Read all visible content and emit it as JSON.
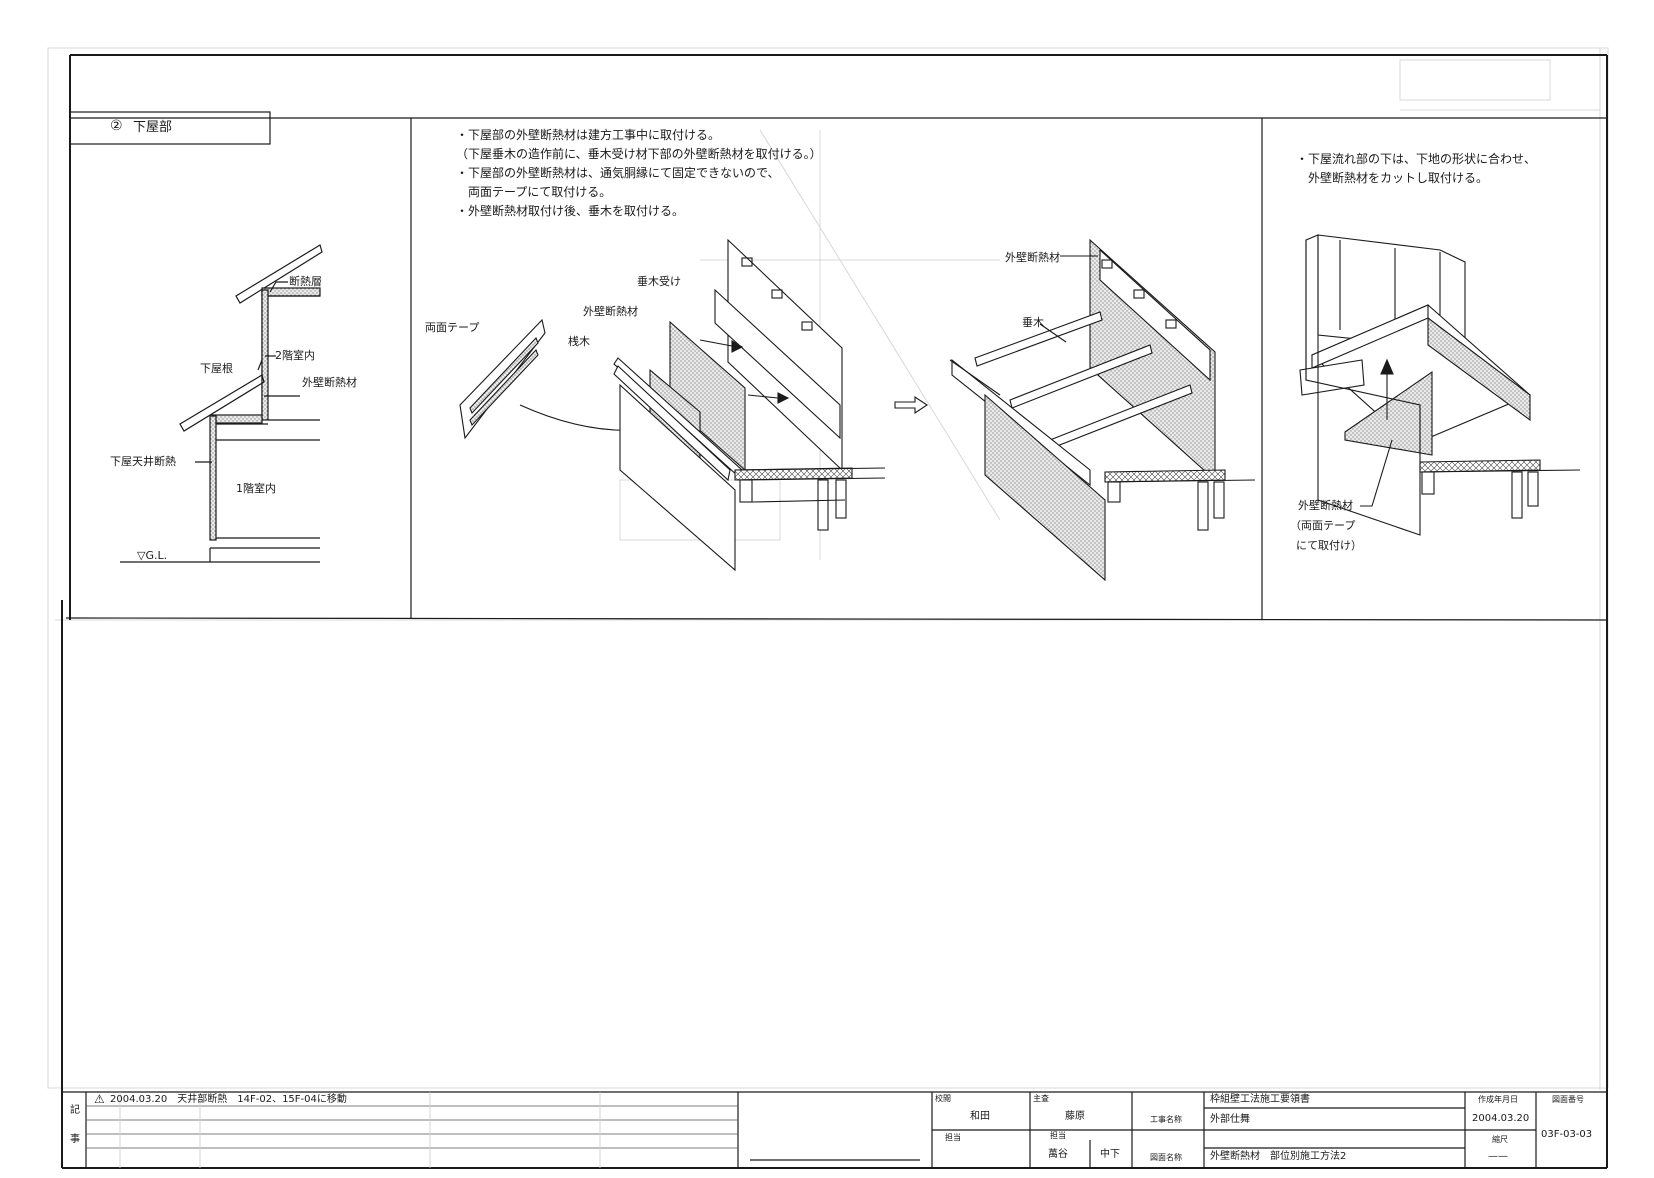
{
  "section": {
    "number": "②",
    "title": "下屋部"
  },
  "left_diagram": {
    "label_insulation_layer": "断熱層",
    "label_lower_roof": "下屋根",
    "label_second_floor": "2階室内",
    "label_exterior_insulation": "外壁断熱材",
    "label_lower_ceiling_insulation": "下屋天井断熱",
    "label_first_floor": "1階室内",
    "label_ground_line": "▽G.L."
  },
  "middle_panel": {
    "notes": [
      "・下屋部の外壁断熱材は建方工事中に取付ける。",
      "（下屋垂木の造作前に、垂木受け材下部の外壁断熱材を取付ける。）",
      "・下屋部の外壁断熱材は、通気胴縁にて固定できないので、",
      "　両面テープにて取付ける。",
      "・外壁断熱材取付け後、垂木を取付ける。"
    ],
    "label_double_tape": "両面テープ",
    "label_rafter_receiver": "垂木受け",
    "label_exterior_insulation": "外壁断熱材",
    "label_sill": "桟木",
    "label_exterior_insulation_2": "外壁断熱材",
    "label_rafter": "垂木"
  },
  "right_panel": {
    "notes": [
      "・下屋流れ部の下は、下地の形状に合わせ、",
      "　外壁断熱材をカットし取付ける。"
    ],
    "label_lines": [
      "外壁断熱材",
      "（両面テープ",
      "にて取付け）"
    ]
  },
  "title_block": {
    "revision_label_1": "記",
    "revision_label_2": "事",
    "revision_mark": "⚠",
    "revision_text": "2004.03.20　天井部断熱　14F-02、15F-04に移動",
    "checked_label": "校閲",
    "checked_name": "和田",
    "chief_label": "主査",
    "chief_name": "藤原",
    "person_label": "担当",
    "person_label_2": "担当",
    "person_name_1": "萬谷",
    "person_name_2": "中下",
    "project_label": "工事名称",
    "project_name": "枠組壁工法施工要領書",
    "project_sub": "外部仕舞",
    "drawing_label": "図面名称",
    "drawing_name": "外壁断熱材　部位別施工方法2",
    "date_label": "作成年月日",
    "date_value": "2004.03.20",
    "scale_label": "縮尺",
    "scale_value": "——",
    "number_label": "図面番号",
    "number_value": "03F-03-03"
  },
  "colors": {
    "line": "#1a1a1a",
    "insulation_fill": "#d6d6d6",
    "ghost": "#cfcfcf"
  }
}
